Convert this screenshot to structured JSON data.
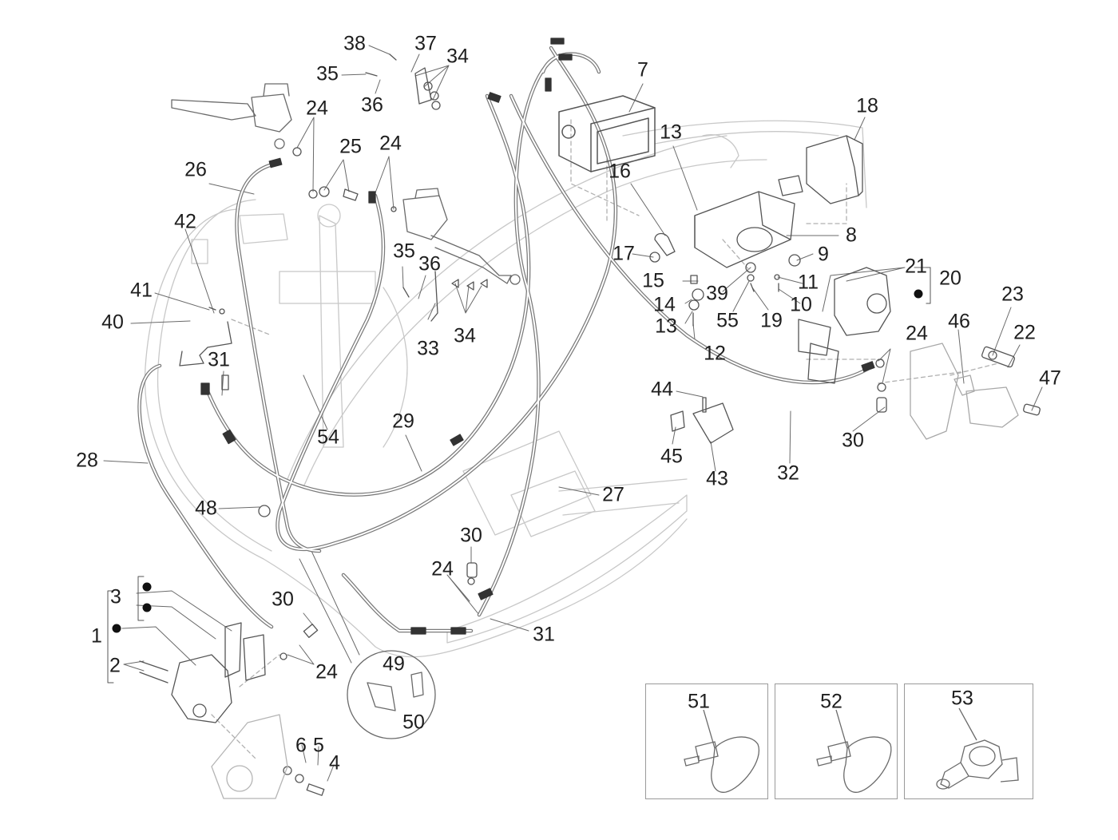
{
  "diagram": {
    "type": "exploded-parts-diagram",
    "subject": "Scooter ABS brake system — brake pipes, calipers, ABS control unit",
    "colors": {
      "line": "#8a8a8a",
      "ink": "#1e1e1e",
      "frame": "#c8c8c8",
      "background": "#ffffff"
    },
    "callouts": [
      {
        "id": "c1",
        "text": "1"
      },
      {
        "id": "c2",
        "text": "2"
      },
      {
        "id": "c3",
        "text": "3"
      },
      {
        "id": "c4",
        "text": "4"
      },
      {
        "id": "c5",
        "text": "5"
      },
      {
        "id": "c6",
        "text": "6"
      },
      {
        "id": "c7",
        "text": "7"
      },
      {
        "id": "c8",
        "text": "8"
      },
      {
        "id": "c9",
        "text": "9"
      },
      {
        "id": "c10",
        "text": "10"
      },
      {
        "id": "c11",
        "text": "11"
      },
      {
        "id": "c12",
        "text": "12"
      },
      {
        "id": "c13a",
        "text": "13"
      },
      {
        "id": "c13b",
        "text": "13"
      },
      {
        "id": "c14",
        "text": "14"
      },
      {
        "id": "c15",
        "text": "15"
      },
      {
        "id": "c16",
        "text": "16"
      },
      {
        "id": "c17",
        "text": "17"
      },
      {
        "id": "c18",
        "text": "18"
      },
      {
        "id": "c19",
        "text": "19"
      },
      {
        "id": "c20",
        "text": "20"
      },
      {
        "id": "c21",
        "text": "21"
      },
      {
        "id": "c22",
        "text": "22"
      },
      {
        "id": "c23",
        "text": "23"
      },
      {
        "id": "c24a",
        "text": "24"
      },
      {
        "id": "c24b",
        "text": "24"
      },
      {
        "id": "c24c",
        "text": "24"
      },
      {
        "id": "c24d",
        "text": "24"
      },
      {
        "id": "c24e",
        "text": "24"
      },
      {
        "id": "c25",
        "text": "25"
      },
      {
        "id": "c26",
        "text": "26"
      },
      {
        "id": "c27",
        "text": "27"
      },
      {
        "id": "c28",
        "text": "28"
      },
      {
        "id": "c29",
        "text": "29"
      },
      {
        "id": "c30a",
        "text": "30"
      },
      {
        "id": "c30b",
        "text": "30"
      },
      {
        "id": "c30c",
        "text": "30"
      },
      {
        "id": "c31a",
        "text": "31"
      },
      {
        "id": "c31b",
        "text": "31"
      },
      {
        "id": "c32",
        "text": "32"
      },
      {
        "id": "c33",
        "text": "33"
      },
      {
        "id": "c34a",
        "text": "34"
      },
      {
        "id": "c34b",
        "text": "34"
      },
      {
        "id": "c35a",
        "text": "35"
      },
      {
        "id": "c35b",
        "text": "35"
      },
      {
        "id": "c36a",
        "text": "36"
      },
      {
        "id": "c36b",
        "text": "36"
      },
      {
        "id": "c37",
        "text": "37"
      },
      {
        "id": "c38",
        "text": "38"
      },
      {
        "id": "c39",
        "text": "39"
      },
      {
        "id": "c40",
        "text": "40"
      },
      {
        "id": "c41",
        "text": "41"
      },
      {
        "id": "c42",
        "text": "42"
      },
      {
        "id": "c43",
        "text": "43"
      },
      {
        "id": "c44",
        "text": "44"
      },
      {
        "id": "c45",
        "text": "45"
      },
      {
        "id": "c46",
        "text": "46"
      },
      {
        "id": "c47",
        "text": "47"
      },
      {
        "id": "c48",
        "text": "48"
      },
      {
        "id": "c49",
        "text": "49"
      },
      {
        "id": "c50",
        "text": "50"
      },
      {
        "id": "c54",
        "text": "54"
      },
      {
        "id": "c55",
        "text": "55"
      }
    ],
    "insets": [
      {
        "id": "inset51",
        "text": "51",
        "part": "cable tie"
      },
      {
        "id": "inset52",
        "text": "52",
        "part": "cable tie"
      },
      {
        "id": "inset53",
        "text": "53",
        "part": "sensor"
      }
    ],
    "kit_markers": [
      {
        "group": "3",
        "note": "brake pad set (2 dots)"
      },
      {
        "group": "1",
        "note": "front caliper assembly (dot)"
      },
      {
        "group": "20",
        "note": "rear caliper assembly (dot)"
      }
    ]
  }
}
